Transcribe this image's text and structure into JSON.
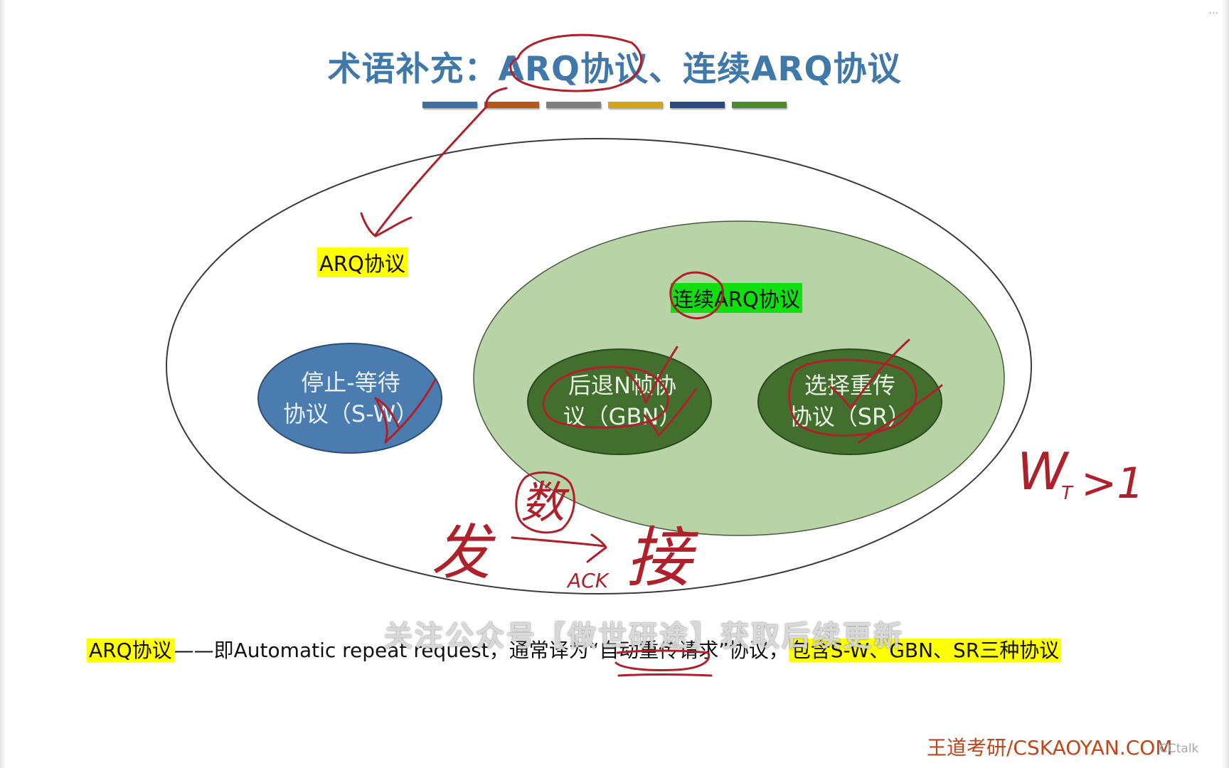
{
  "title": "术语补充：ARQ协议、连续ARQ协议",
  "title_bar_colors": [
    "#3f6fa0",
    "#b5561b",
    "#7f7f7f",
    "#d4a418",
    "#2c4880",
    "#4e8a2e"
  ],
  "colors": {
    "title": "#3f78a9",
    "outer_oval_fill": "#ffffff",
    "continuous_oval_fill": "#b8d3a5",
    "sw_oval_fill": "#4a7cb0",
    "gbn_oval_fill": "#426f2e",
    "sr_oval_fill": "#426f2e",
    "annotation_ink": "#b0202a",
    "footer": "#c0451a"
  },
  "diagram": {
    "arq_label": "ARQ协议",
    "continuous_label": "连续ARQ协议",
    "sw_oval": {
      "line1": "停止-等待",
      "line2": "协议（S-W）"
    },
    "gbn_oval": {
      "line1": "后退N帧协",
      "line2": "议（GBN）"
    },
    "sr_oval": {
      "line1": "选择重传",
      "line2": "协议（SR）"
    }
  },
  "description": {
    "term": "ARQ协议",
    "dash": "——即Automatic repeat request，通常译为“自动重传请求”协议，",
    "includes": "包含S-W、GBN、SR三种协议"
  },
  "watermark": "关注公众号【做世研途】获取后续更新",
  "handwriting": {
    "wt": "W",
    "wt_sub": "T",
    "wt_rel": ">1",
    "send": "发",
    "data": "数",
    "ack": "ACK",
    "receive": "接"
  },
  "footer": "王道考研/CSKAOYAN.COM",
  "corner_mark": "...",
  "player_logo": "CCtalk"
}
